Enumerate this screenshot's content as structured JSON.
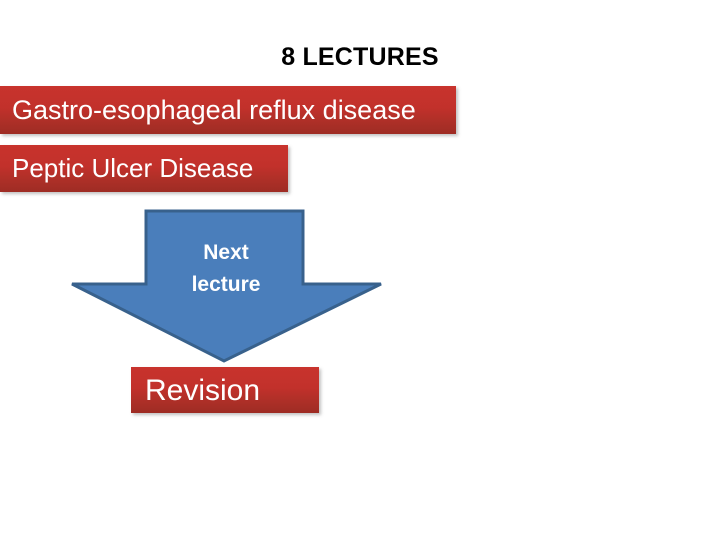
{
  "slide": {
    "title": "8 LECTURES",
    "background_color": "#FFFFFF",
    "title_color": "#000000"
  },
  "topics": [
    {
      "id": "gerd",
      "label": "Gastro-esophageal reflux disease",
      "fill_color": "#C2312B",
      "text_color": "#FFFFFF"
    },
    {
      "id": "pud",
      "label": "Peptic Ulcer Disease",
      "fill_color": "#C2312B",
      "text_color": "#FFFFFF"
    },
    {
      "id": "revision",
      "label": "Revision",
      "fill_color": "#C2312B",
      "text_color": "#FFFFFF"
    }
  ],
  "arrow": {
    "name": "down-arrow",
    "line_1": "Next",
    "line_2": "lecture",
    "fill_color": "#4A7EBB",
    "border_color": "#38618C",
    "text_color": "#FFFFFF"
  }
}
